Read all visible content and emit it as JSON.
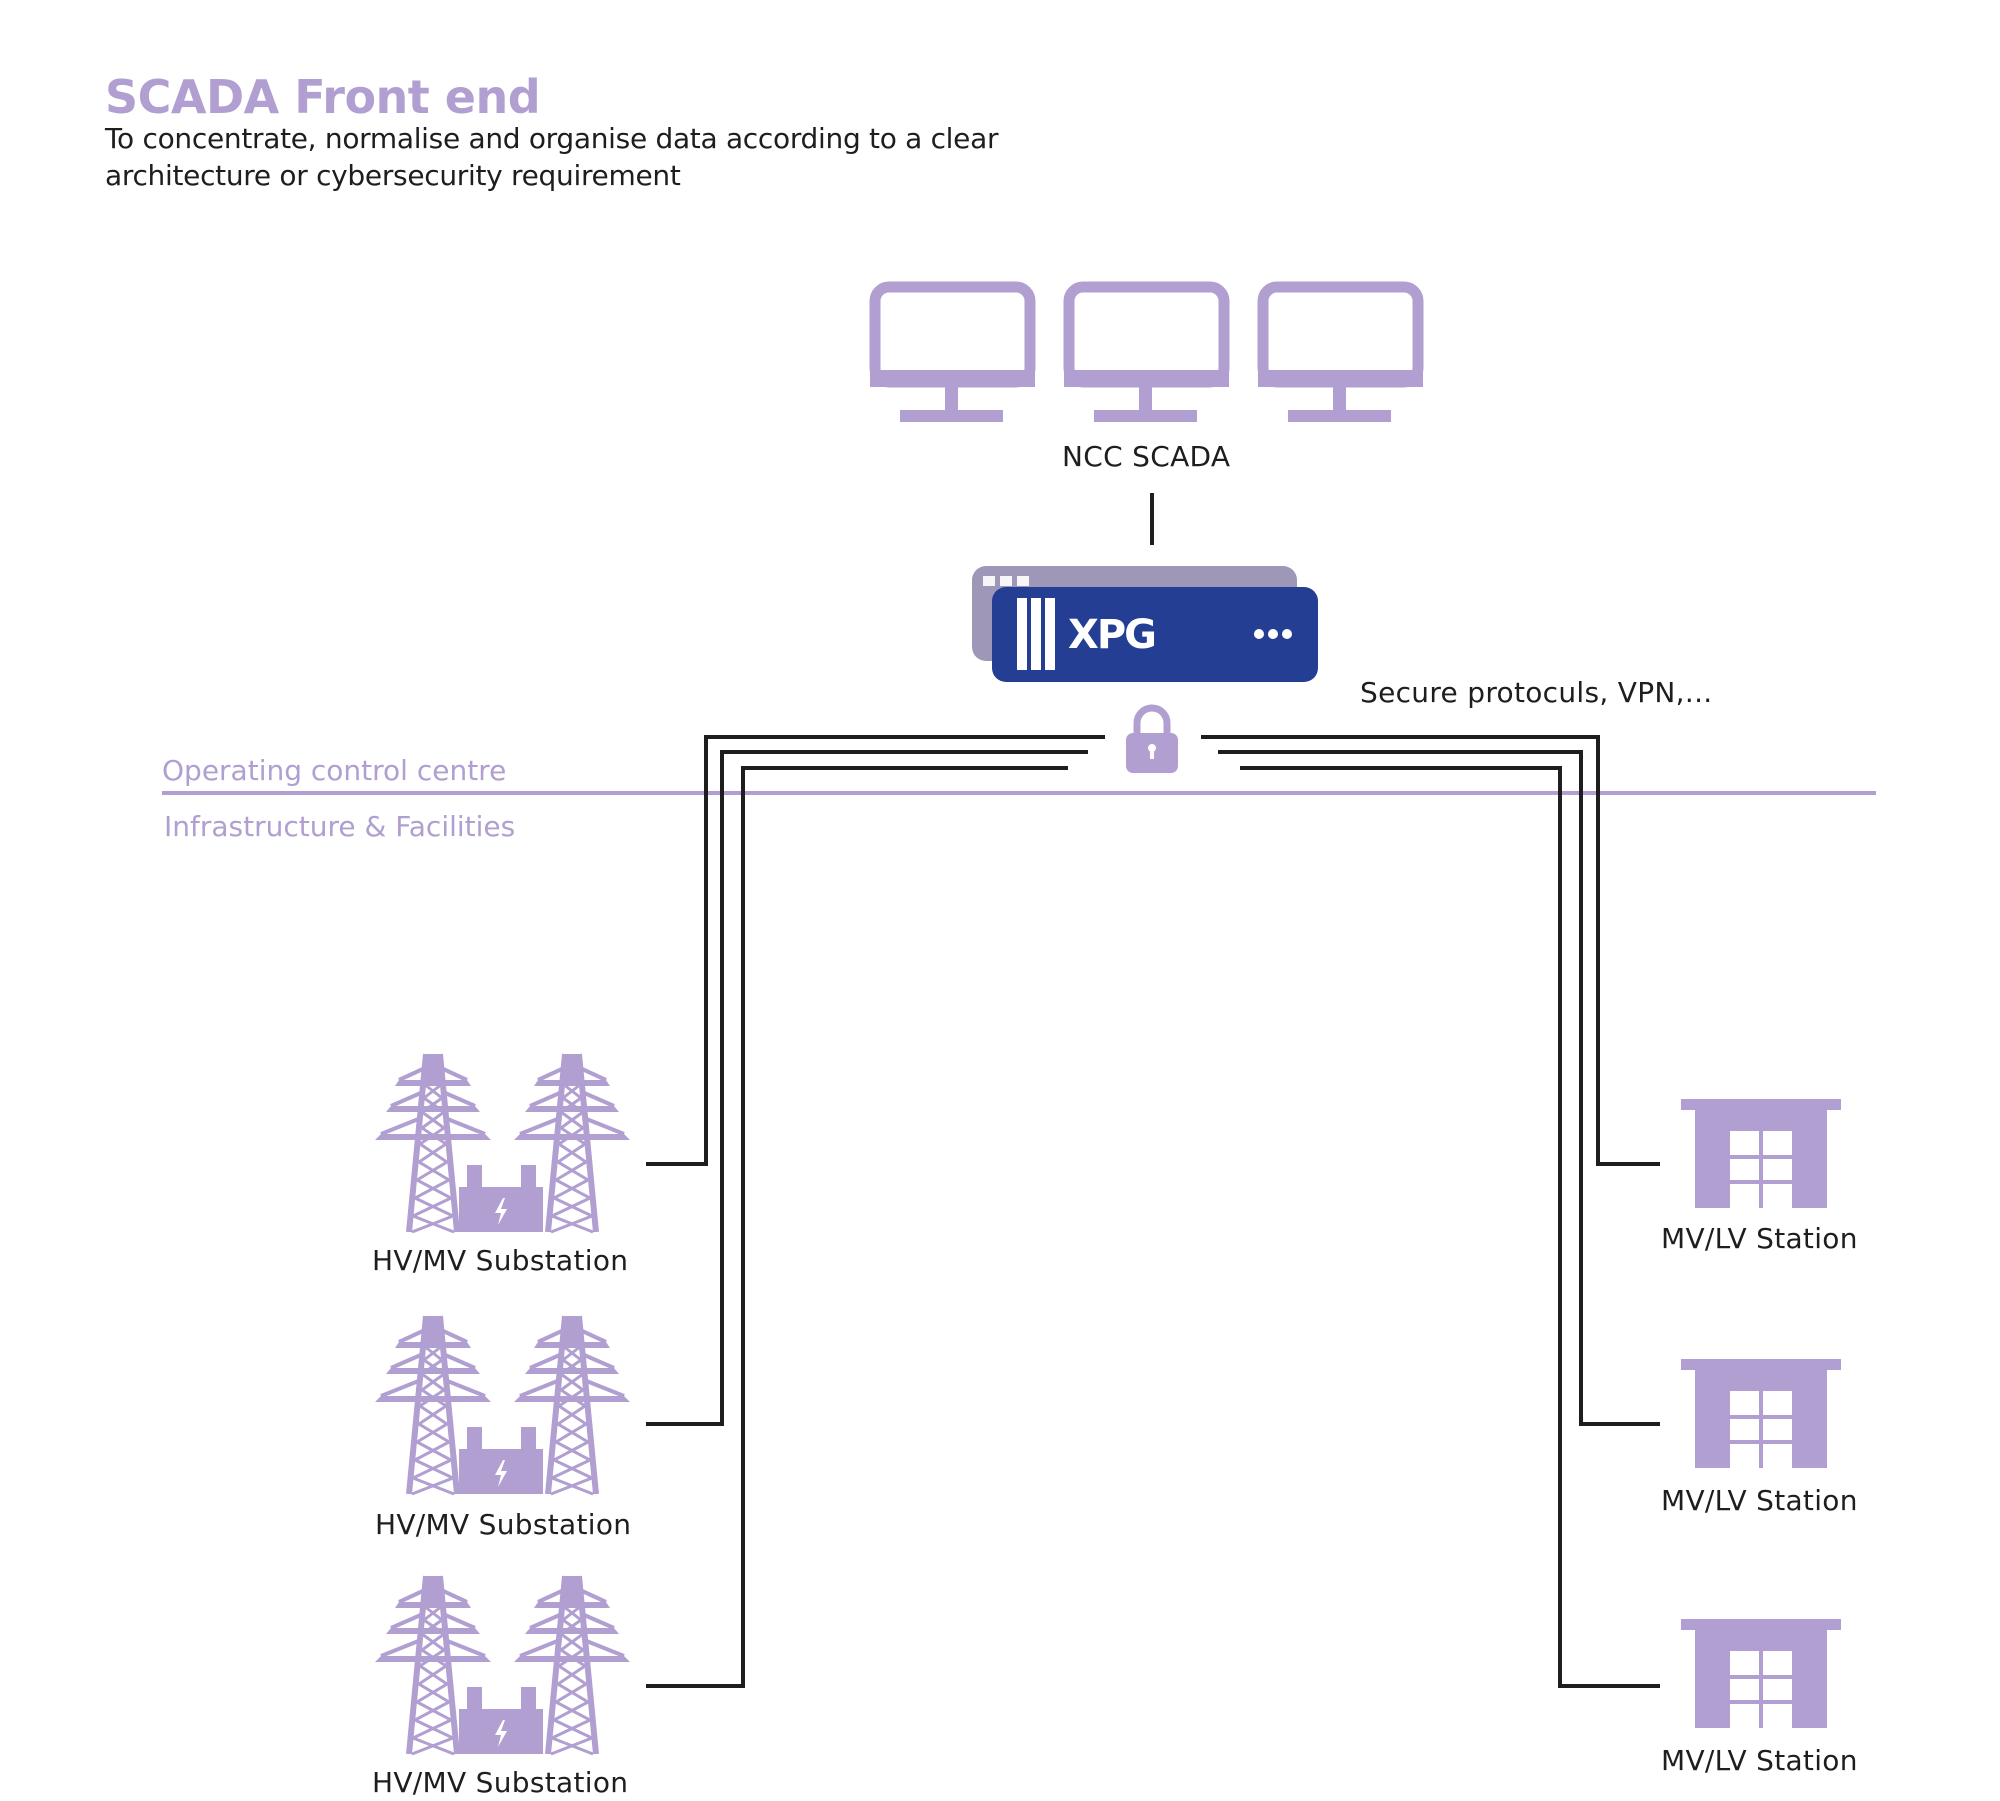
{
  "header": {
    "title": "SCADA Front end",
    "subtitle_line1": "To concentrate, normalise and organise data according to a clear",
    "subtitle_line2": "architecture or cybersecurity requirement"
  },
  "control_centre": {
    "label": "NCC SCADA",
    "icon": "monitor-icon",
    "monitor_count": 3
  },
  "gateway": {
    "label": "XPG",
    "brand_color": "#233E92",
    "shadow_color": "#9E97B8",
    "menu_icon": "more-dots-icon",
    "security_icon": "lock-icon",
    "security_note": "Secure protoculs, VPN,..."
  },
  "zones": {
    "upper": "Operating control centre",
    "lower": "Infrastructure & Facilities"
  },
  "left_nodes": [
    {
      "label": "HV/MV Substation",
      "icon": "substation-icon"
    },
    {
      "label": "HV/MV Substation",
      "icon": "substation-icon"
    },
    {
      "label": "HV/MV Substation",
      "icon": "substation-icon"
    }
  ],
  "right_nodes": [
    {
      "label": "MV/LV Station",
      "icon": "station-building-icon"
    },
    {
      "label": "MV/LV Station",
      "icon": "station-building-icon"
    },
    {
      "label": "MV/LV Station",
      "icon": "station-building-icon"
    }
  ],
  "colors": {
    "accent": "#B09FD0",
    "line": "#1e1e1e",
    "text": "#1e1e1e"
  }
}
